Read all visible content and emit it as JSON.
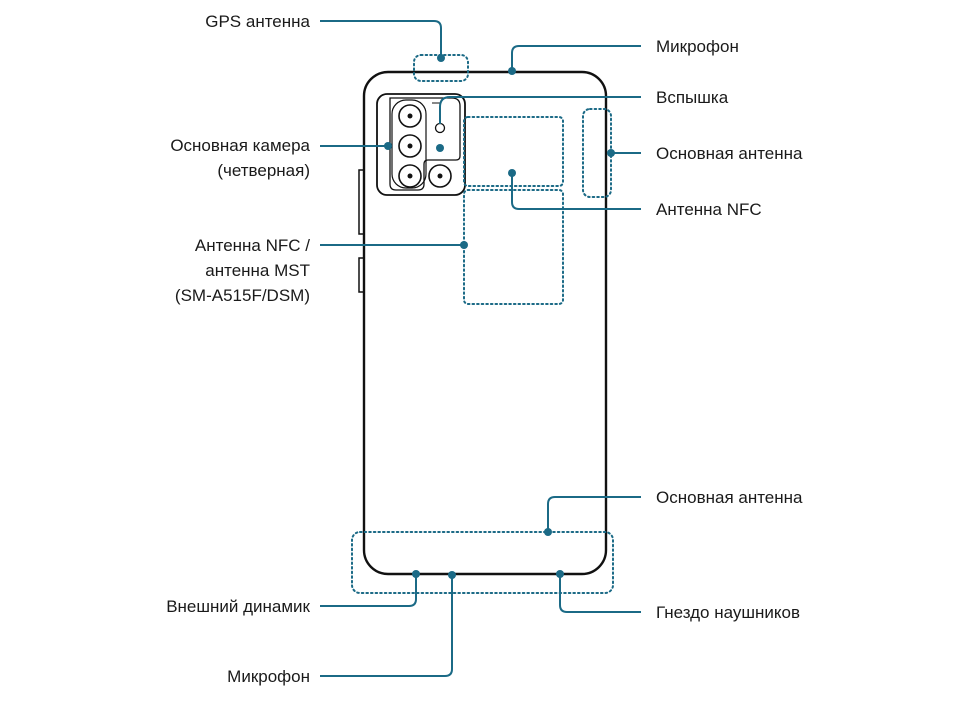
{
  "colors": {
    "callout": "#1b6a86",
    "outline": "#111111",
    "background": "#ffffff"
  },
  "labels": {
    "gps_antenna": "GPS антенна",
    "mic_top": "Микрофон",
    "flash": "Вспышка",
    "main_camera_line1": "Основная камера",
    "main_camera_line2": "(четверная)",
    "main_antenna_top": "Основная антенна",
    "nfc_antenna": "Антенна NFC",
    "nfc_mst_line1": "Антенна NFC /",
    "nfc_mst_line2": "антенна MST",
    "nfc_mst_line3": "(SM-A515F/DSM)",
    "main_antenna_bottom": "Основная антенна",
    "external_speaker": "Внешний динамик",
    "headset_jack": "Гнездо наушников",
    "mic_bottom": "Микрофон"
  }
}
